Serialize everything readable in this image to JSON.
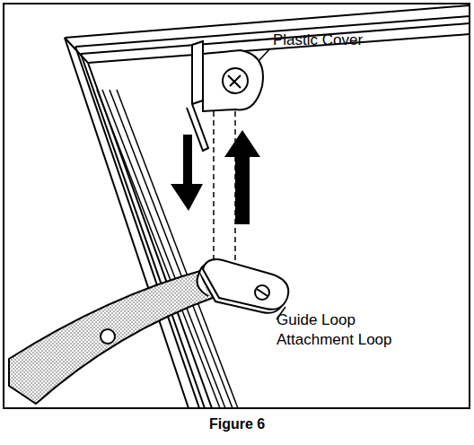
{
  "diagram": {
    "caption": "Figure 6",
    "labels": [
      "Plastic Cover",
      "Guide Loop",
      "Attachment Loop"
    ]
  }
}
